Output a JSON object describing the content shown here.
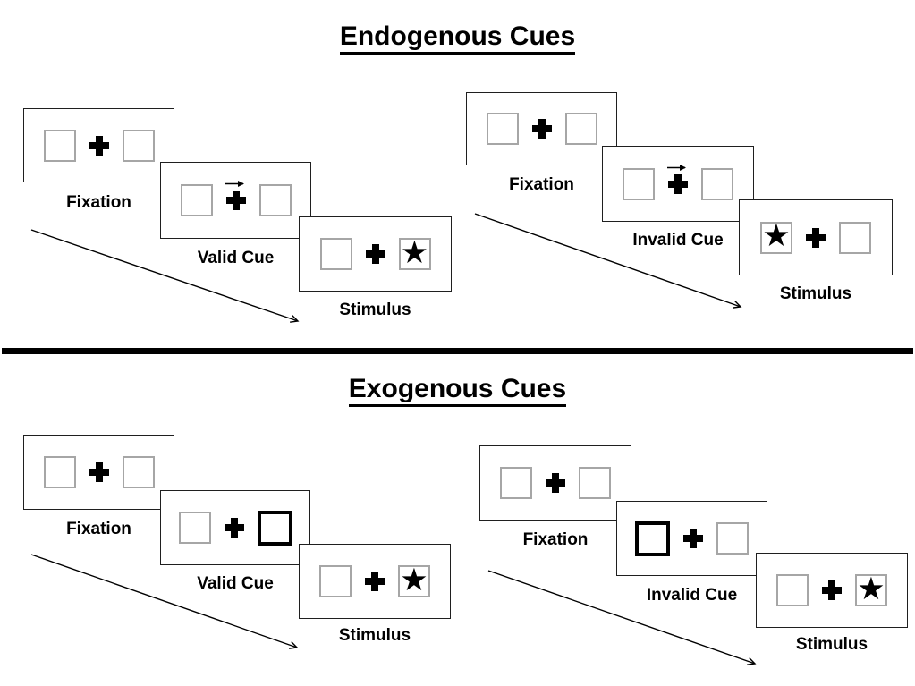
{
  "colors": {
    "background": "#ffffff",
    "ink": "#000000",
    "placeholder_box_border": "#a6a6a6",
    "panel_border": "#1f1f1f"
  },
  "icons": {
    "star": "★",
    "fixation_cross": "plus-cross",
    "cue_arrow": "arrow-right",
    "sequence_arrow": "arrow-down-right"
  },
  "sections": [
    {
      "id": "endogenous",
      "title": "Endogenous Cues",
      "groups": [
        {
          "id": "endogenous-valid",
          "panels": [
            {
              "label": "Fixation",
              "left_box": "empty",
              "center": "fixation-cross",
              "right_box": "empty"
            },
            {
              "label": "Valid Cue",
              "left_box": "empty",
              "center": "fixation-cross-with-right-arrow",
              "right_box": "empty"
            },
            {
              "label": "Stimulus",
              "left_box": "empty",
              "center": "fixation-cross",
              "right_box": "star"
            }
          ]
        },
        {
          "id": "endogenous-invalid",
          "panels": [
            {
              "label": "Fixation",
              "left_box": "empty",
              "center": "fixation-cross",
              "right_box": "empty"
            },
            {
              "label": "Invalid Cue",
              "left_box": "empty",
              "center": "fixation-cross-with-right-arrow",
              "right_box": "empty"
            },
            {
              "label": "Stimulus",
              "left_box": "star",
              "center": "fixation-cross",
              "right_box": "empty"
            }
          ]
        }
      ]
    },
    {
      "id": "exogenous",
      "title": "Exogenous Cues",
      "groups": [
        {
          "id": "exogenous-valid",
          "panels": [
            {
              "label": "Fixation",
              "left_box": "empty",
              "center": "fixation-cross",
              "right_box": "empty"
            },
            {
              "label": "Valid Cue",
              "left_box": "empty",
              "center": "fixation-cross",
              "right_box": "bold-outline"
            },
            {
              "label": "Stimulus",
              "left_box": "empty",
              "center": "fixation-cross",
              "right_box": "star"
            }
          ]
        },
        {
          "id": "exogenous-invalid",
          "panels": [
            {
              "label": "Fixation",
              "left_box": "empty",
              "center": "fixation-cross",
              "right_box": "empty"
            },
            {
              "label": "Invalid Cue",
              "left_box": "bold-outline",
              "center": "fixation-cross",
              "right_box": "empty"
            },
            {
              "label": "Stimulus",
              "left_box": "empty",
              "center": "fixation-cross",
              "right_box": "star"
            }
          ]
        }
      ]
    }
  ]
}
